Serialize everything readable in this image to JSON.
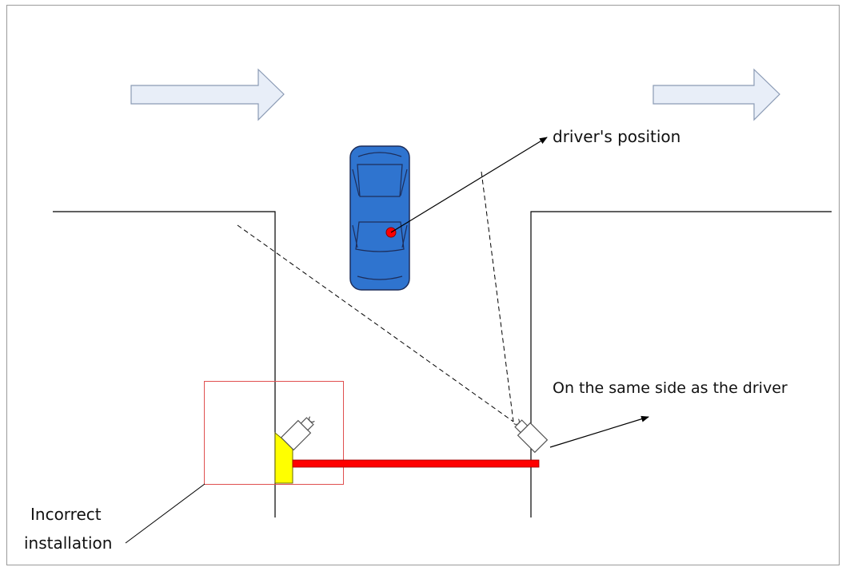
{
  "labels": {
    "driver_position": "driver's position",
    "same_side": "On the same side as the driver",
    "incorrect_line1": "Incorrect",
    "incorrect_line2": "installation"
  },
  "colors": {
    "arrow_fill": "#e8eef8",
    "arrow_stroke": "#8a9ab4",
    "car_body": "#2f74cf",
    "car_outline": "#1d2d5a",
    "driver_dot": "#ff0000",
    "barrier": "#ff0000",
    "barrier_base": "#ffff00",
    "highlight_box": "#e05050",
    "road_lines": "#000000"
  },
  "icons": {
    "traffic_direction": "right-arrow",
    "vehicle": "car-top-view",
    "device": "camera-icon"
  }
}
